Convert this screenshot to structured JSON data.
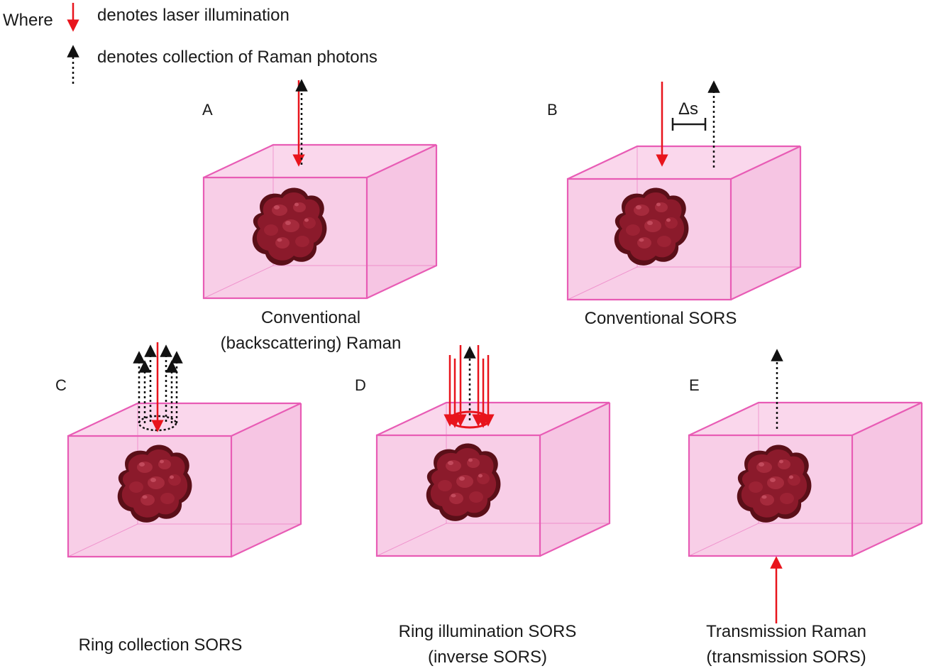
{
  "legend": {
    "where": "Where",
    "laser_text": "denotes laser illumination",
    "collection_text": "denotes collection of Raman photons"
  },
  "panels": {
    "A": {
      "letter": "A",
      "caption_line1": "Conventional",
      "caption_line2": "(backscattering) Raman"
    },
    "B": {
      "letter": "B",
      "caption_line1": "Conventional SORS",
      "offset_label": "Δs"
    },
    "C": {
      "letter": "C",
      "caption_line1": "Ring collection SORS"
    },
    "D": {
      "letter": "D",
      "caption_line1": "Ring illumination SORS",
      "caption_line2": "(inverse SORS)"
    },
    "E": {
      "letter": "E",
      "caption_line1": "Transmission Raman",
      "caption_line2": "(transmission SORS)"
    }
  },
  "colors": {
    "laser": "#e8141c",
    "collection": "#111111",
    "box_fill": "#f7c6e3",
    "box_edge": "#e85cb5",
    "tumor": "#8b1a2b",
    "tumor_dark": "#5a0f18"
  },
  "icons": {
    "laser_arrow": "red-down-arrow-icon",
    "collection_arrow": "dotted-up-arrow-icon",
    "tumor": "tumor-icon"
  }
}
